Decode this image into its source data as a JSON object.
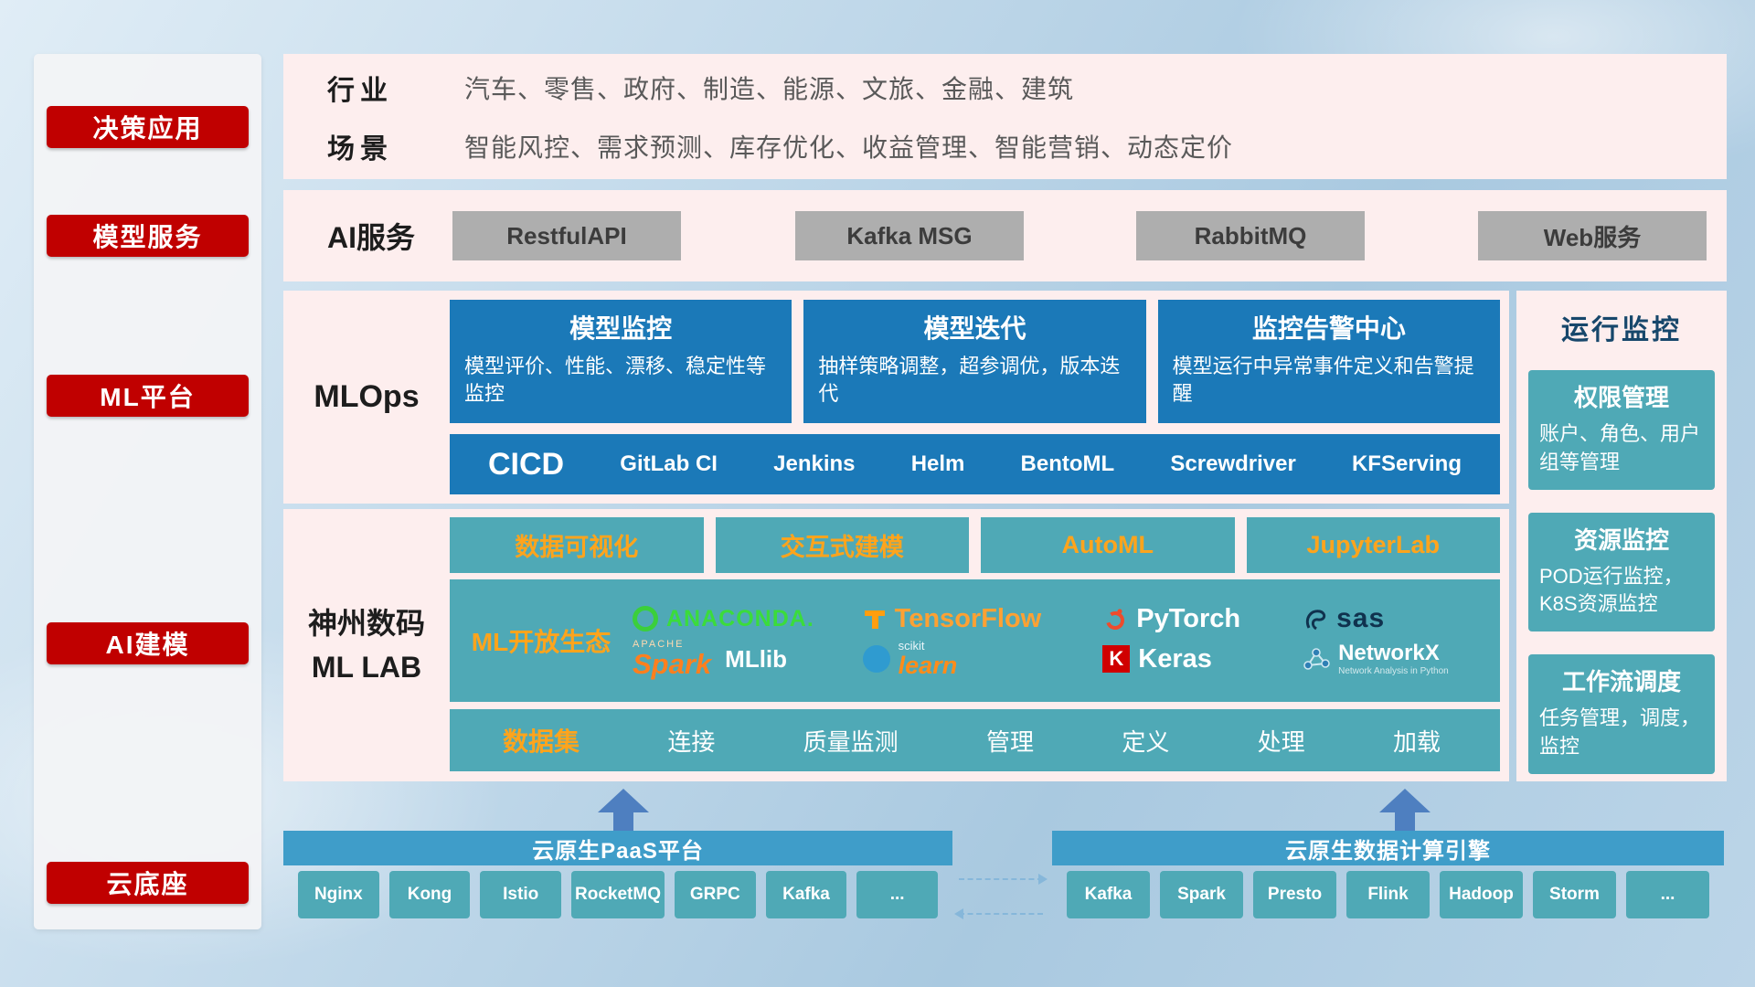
{
  "sidebar": {
    "items": [
      {
        "label": "决策应用"
      },
      {
        "label": "模型服务"
      },
      {
        "label": "ML平台"
      },
      {
        "label": "AI建模"
      },
      {
        "label": "云底座"
      }
    ]
  },
  "industry": {
    "row1_label": "行业",
    "row1_text": "汽车、零售、政府、制造、能源、文旅、金融、建筑",
    "row2_label": "场景",
    "row2_text": "智能风控、需求预测、库存优化、收益管理、智能营销、动态定价"
  },
  "ai_service": {
    "label": "AI服务",
    "buttons": [
      "RestfulAPI",
      "Kafka MSG",
      "RabbitMQ",
      "Web服务"
    ]
  },
  "mlops": {
    "label": "MLOps",
    "cards": [
      {
        "title": "模型监控",
        "desc": "模型评价、性能、漂移、稳定性等监控"
      },
      {
        "title": "模型迭代",
        "desc": "抽样策略调整，超参调优，版本迭代"
      },
      {
        "title": "监控告警中心",
        "desc": "模型运行中异常事件定义和告警提醒"
      }
    ],
    "cicd_label": "CICD",
    "cicd_tools": [
      "GitLab CI",
      "Jenkins",
      "Helm",
      "BentoML",
      "Screwdriver",
      "KFServing"
    ]
  },
  "mllab": {
    "label_line1": "神州数码",
    "label_line2": "ML LAB",
    "tools": [
      "数据可视化",
      "交互式建模",
      "AutoML",
      "JupyterLab"
    ],
    "eco_label": "ML开放生态",
    "logos": {
      "anaconda": "ANACONDA.",
      "tensorflow": "TensorFlow",
      "pytorch": "PyTorch",
      "sas": "sas",
      "spark_top": "APACHE",
      "spark": "Spark",
      "mllib": "MLlib",
      "scikit_top": "scikit",
      "scikit": "learn",
      "keras_letter": "K",
      "keras": "Keras",
      "networkx": "NetworkX",
      "networkx_sub": "Network Analysis in Python"
    },
    "dataset_label": "数据集",
    "dataset_items": [
      "连接",
      "质量监测",
      "管理",
      "定义",
      "处理",
      "加载"
    ]
  },
  "monitor": {
    "title": "运行监控",
    "cards": [
      {
        "title": "权限管理",
        "desc": "账户、角色、用户组等管理"
      },
      {
        "title": "资源监控",
        "desc": "POD运行监控，K8S资源监控"
      },
      {
        "title": "工作流调度",
        "desc": "任务管理，调度，监控"
      }
    ]
  },
  "bottom": {
    "paas_title": "云原生PaaS平台",
    "paas_items": [
      "Nginx",
      "Kong",
      "Istio",
      "RocketMQ",
      "GRPC",
      "Kafka",
      "..."
    ],
    "engine_title": "云原生数据计算引擎",
    "engine_items": [
      "Kafka",
      "Spark",
      "Presto",
      "Flink",
      "Hadoop",
      "Storm",
      "..."
    ]
  },
  "colors": {
    "accent_red": "#c00000",
    "panel_pink": "#fdeeee",
    "card_blue": "#1b79b8",
    "teal": "#4fa9b6",
    "bar_blue": "#3f9dc9",
    "orange": "#ffa41c"
  }
}
